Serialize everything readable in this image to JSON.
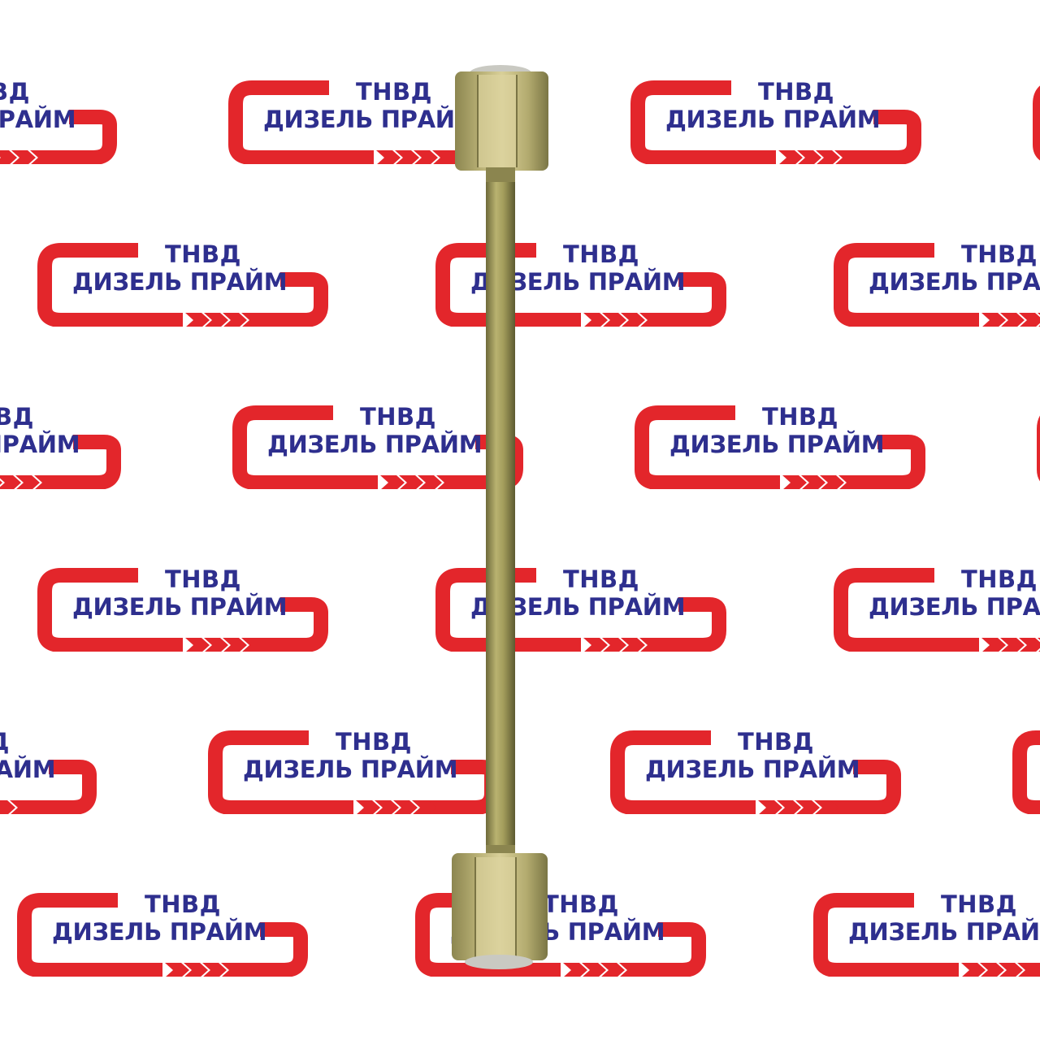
{
  "watermark": {
    "brand_top": "ТНВД",
    "brand_bottom": "ДИЗЕЛЬ ПРАЙМ",
    "red_color": "#e3262b",
    "text_color": "#2e2f8e"
  },
  "product": {
    "description_icon": "fuel-pipe-with-hex-nuts",
    "metal_color": "#a8a260",
    "nut_color": "#cdc48a"
  }
}
